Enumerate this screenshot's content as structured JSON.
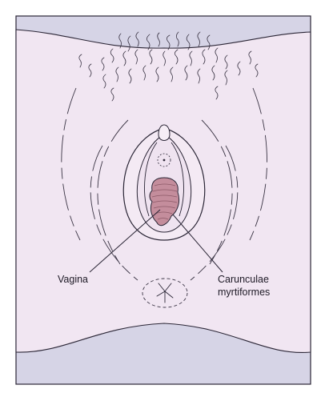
{
  "labels": {
    "vagina": "Vagina",
    "carunculae_line1": "Carunculae",
    "carunculae_line2": "myrtiformes"
  },
  "colors": {
    "background": "#f1e6f2",
    "frame_outer": "#d6d4e6",
    "outline": "#2b2636",
    "tissue": "#c48d9c",
    "tissue_dark": "#8d5a68"
  }
}
